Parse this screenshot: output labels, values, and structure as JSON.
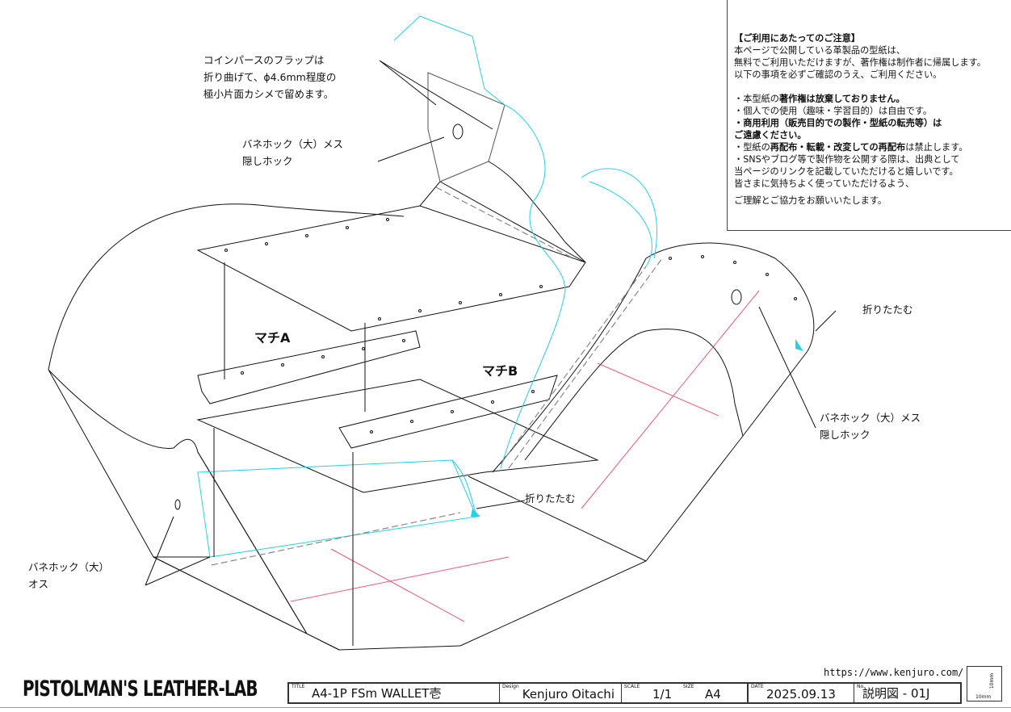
{
  "annotations": {
    "flap_note": [
      "コインパースのフラップは",
      "折り曲げて、ϕ4.6mm程度の",
      "極小片面カシメで留めます。"
    ],
    "snap_female_top": [
      "バネホック（大）メス",
      "隠しホック"
    ],
    "gusset_a": "マチA",
    "gusset_b": "マチB",
    "fold_right": "折りたたむ",
    "fold_center": "折りたたむ",
    "snap_female_right": [
      "バネホック（大）メス",
      "隠しホック"
    ],
    "snap_male": [
      "バネホック（大）",
      "オス"
    ]
  },
  "notice": {
    "title": "【ご利用にあたってのご注意】",
    "intro": [
      "本ページで公開している革製品の型紙は、",
      "無料でご利用いただけますが、著作権は制作者に帰属します。",
      "以下の事項を必ずご確認のうえ、ご利用ください。"
    ],
    "item1_prefix": "・本型紙の",
    "item1_bold": "著作権は放棄しておりません。",
    "item2": "・個人での使用（趣味・学習目的）は自由です。",
    "item3": [
      "・商用利用（販売目的での製作・型紙の転売等）は",
      "ご遠慮ください。"
    ],
    "item4_prefix": "・型紙の",
    "item4_bold": "再配布・転載・改変しての再配布",
    "item4_suffix": "は禁止します。",
    "item5": [
      "・SNSやブログ等で製作物を公開する際は、出典として",
      "当ページのリンクを記載していただけると嬉しいです。",
      "皆さまに気持ちよく使っていただけるよう、"
    ],
    "closing": "ご理解とご協力をお願いいたします。"
  },
  "footer": {
    "logo": "PISTOLMAN'S LEATHER-LAB",
    "url": "https://www.kenjuro.com/",
    "title_caption": "TITLE",
    "title": "A4-1P FSm WALLET壱",
    "design_caption": "Design",
    "design": "Kenjuro Oitachi",
    "scale_caption": "SCALE",
    "scale": "1/1",
    "size_caption": "SIZE",
    "size": "A4",
    "date_caption": "DATE",
    "date": "2025.09.13",
    "no_caption": "No.",
    "no": "説明図 - 01J",
    "scale_box_v": "10mm",
    "scale_box_h": "10mm"
  },
  "colors": {
    "line": "#111111",
    "cyan": "#22d3e6",
    "red": "#e8325a",
    "dash": "#888888"
  }
}
